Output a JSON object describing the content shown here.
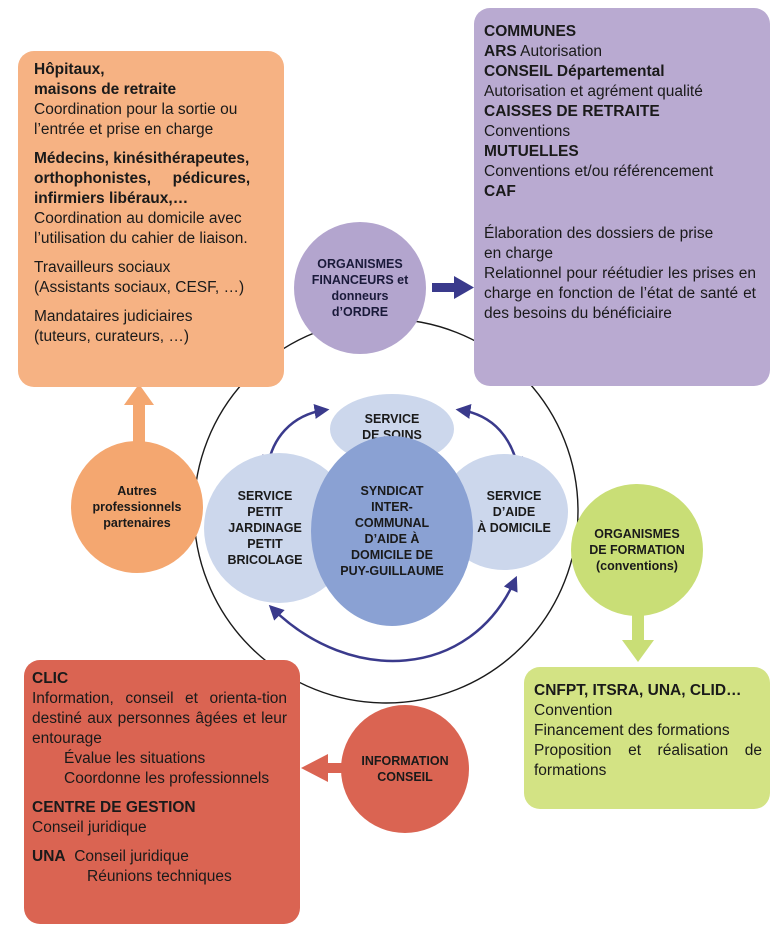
{
  "hospitals_box": {
    "title1": "Hôpitaux,",
    "title2": "maisons de retraite",
    "text1": "Coordination pour la sortie ou",
    "text2": "l’entrée et prise en charge",
    "med1": "Médecins, kinésithérapeutes,",
    "med2": "orthophonistes,     pédicures,",
    "med3": "infirmiers libéraux,…",
    "med_text1": "Coordination au domicile avec",
    "med_text2": "l’utilisation du cahier de liaison.",
    "social1": "Travailleurs sociaux",
    "social2": "(Assistants sociaux, CESF, …)",
    "legal1": "Mandataires judiciaires",
    "legal2": "(tuteurs, curateurs, …)"
  },
  "funders_box": {
    "communes": "COMMUNES",
    "ars": "ARS",
    "ars_text": " Autorisation",
    "conseil": "CONSEIL Départemental",
    "conseil_text": "Autorisation et agrément qualité",
    "caisses": "CAISSES DE RETRAITE",
    "caisses_text": "Conventions",
    "mutuelles": "MUTUELLES",
    "mutuelles_text": "Conventions et/ou référencement",
    "caf": "CAF",
    "elab1": "Élaboration des dossiers de prise",
    "elab2": "en charge",
    "relation": "Relationnel pour réétudier les prises en charge en fonction de l’état de santé et des besoins du bénéficiaire"
  },
  "clic_box": {
    "clic": "CLIC",
    "info": "Information, conseil et orienta-tion destiné aux personnes âgées et leur entourage",
    "eval": "Évalue les situations",
    "coord": "Coordonne les professionnels",
    "centre": "CENTRE DE GESTION",
    "centre_text": "Conseil juridique",
    "una": "UNA",
    "una_text1": "Conseil juridique",
    "una_text2": "Réunions techniques"
  },
  "training_box": {
    "title": "CNFPT, ITSRA, UNA, CLID…",
    "text1": "Convention",
    "text2": "Financement des formations",
    "text3": "Proposition et réalisation de formations"
  },
  "circles": {
    "funders": [
      "ORGANISMES",
      "FINANCEURS et",
      "donneurs",
      "d’ORDRE"
    ],
    "partners": [
      "Autres",
      "professionnels",
      "partenaires"
    ],
    "training": [
      "ORGANISMES",
      "DE FORMATION",
      "(conventions)"
    ],
    "info": [
      "INFORMATION",
      "CONSEIL"
    ],
    "soins": [
      "SERVICE",
      "DE SOINS"
    ],
    "jardinage": [
      "SERVICE",
      "PETIT",
      "JARDINAGE",
      "PETIT",
      "BRICOLAGE"
    ],
    "syndicat": [
      "SYNDICAT",
      "INTER-",
      "COMMUNAL",
      "D’AIDE À",
      "DOMICILE DE",
      "PUY-GUILLAUME"
    ],
    "aide": [
      "SERVICE",
      "D’AIDE",
      "À DOMICILE"
    ]
  },
  "colors": {
    "orange": "#f6b283",
    "orange_circle": "#f4a770",
    "purple": "#b9aad1",
    "purple_circle": "#b3a5ce",
    "red": "#da6452",
    "green": "#d3e384",
    "green_circle": "#c9de76",
    "light_blue": "#ccd7ec",
    "mid_blue": "#8aa1d3",
    "arrow_navy": "#3a3a8c"
  }
}
